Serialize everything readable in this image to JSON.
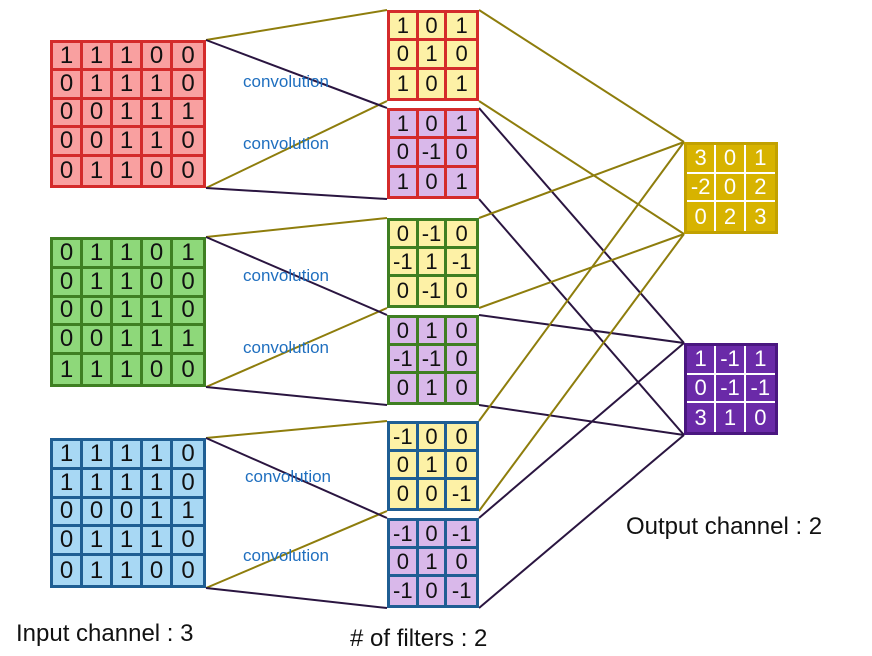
{
  "colors": {
    "red": {
      "fill": "#f9a0a0",
      "border": "#d42b2b",
      "text": "#111111"
    },
    "green": {
      "fill": "#8ed87a",
      "border": "#3f7f22",
      "text": "#111111"
    },
    "blue": {
      "fill": "#a8d8f4",
      "border": "#1f5e93",
      "text": "#111111"
    },
    "filter_yellow": {
      "fill": "#fdf1a6",
      "text": "#111111"
    },
    "filter_purple": {
      "fill": "#d9b8ea",
      "text": "#111111"
    },
    "out_gold": {
      "fill": "#d7b300",
      "border": "#c2a100",
      "text": "#ffffff"
    },
    "out_purple": {
      "fill": "#6a2aa8",
      "border": "#4a1780",
      "text": "#ffffff"
    },
    "line_olive": "#8e7d0c",
    "line_dark": "#2a1540",
    "conv_text": "#1f6fbf"
  },
  "inputs": [
    {
      "name": "red",
      "rows": [
        [
          "1",
          "1",
          "1",
          "0",
          "0"
        ],
        [
          "0",
          "1",
          "1",
          "1",
          "0"
        ],
        [
          "0",
          "0",
          "1",
          "1",
          "1"
        ],
        [
          "0",
          "0",
          "1",
          "1",
          "0"
        ],
        [
          "0",
          "1",
          "1",
          "0",
          "0"
        ]
      ]
    },
    {
      "name": "green",
      "rows": [
        [
          "0",
          "1",
          "1",
          "0",
          "1"
        ],
        [
          "0",
          "1",
          "1",
          "0",
          "0"
        ],
        [
          "0",
          "0",
          "1",
          "1",
          "0"
        ],
        [
          "0",
          "0",
          "1",
          "1",
          "1"
        ],
        [
          "1",
          "1",
          "1",
          "0",
          "0"
        ]
      ]
    },
    {
      "name": "blue",
      "rows": [
        [
          "1",
          "1",
          "1",
          "1",
          "0"
        ],
        [
          "1",
          "1",
          "1",
          "1",
          "0"
        ],
        [
          "0",
          "0",
          "0",
          "1",
          "1"
        ],
        [
          "0",
          "1",
          "1",
          "1",
          "0"
        ],
        [
          "0",
          "1",
          "1",
          "0",
          "0"
        ]
      ]
    }
  ],
  "filters": [
    {
      "fill": "yellow",
      "border": "red",
      "rows": [
        [
          "1",
          "0",
          "1"
        ],
        [
          "0",
          "1",
          "0"
        ],
        [
          "1",
          "0",
          "1"
        ]
      ]
    },
    {
      "fill": "purple",
      "border": "red",
      "rows": [
        [
          "1",
          "0",
          "1"
        ],
        [
          "0",
          "-1",
          "0"
        ],
        [
          "1",
          "0",
          "1"
        ]
      ]
    },
    {
      "fill": "yellow",
      "border": "green",
      "rows": [
        [
          "0",
          "-1",
          "0"
        ],
        [
          "-1",
          "1",
          "-1"
        ],
        [
          "0",
          "-1",
          "0"
        ]
      ]
    },
    {
      "fill": "purple",
      "border": "green",
      "rows": [
        [
          "0",
          "1",
          "0"
        ],
        [
          "-1",
          "-1",
          "0"
        ],
        [
          "0",
          "1",
          "0"
        ]
      ]
    },
    {
      "fill": "yellow",
      "border": "blue",
      "rows": [
        [
          "-1",
          "0",
          "0"
        ],
        [
          "0",
          "1",
          "0"
        ],
        [
          "0",
          "0",
          "-1"
        ]
      ]
    },
    {
      "fill": "purple",
      "border": "blue",
      "rows": [
        [
          "-1",
          "0",
          "-1"
        ],
        [
          "0",
          "1",
          "0"
        ],
        [
          "-1",
          "0",
          "-1"
        ]
      ]
    }
  ],
  "outputs": [
    {
      "name": "gold",
      "rows": [
        [
          "3",
          "0",
          "1"
        ],
        [
          "-2",
          "0",
          "2"
        ],
        [
          "0",
          "2",
          "3"
        ]
      ]
    },
    {
      "name": "purple",
      "rows": [
        [
          "1",
          "-1",
          "1"
        ],
        [
          "0",
          "-1",
          "-1"
        ],
        [
          "3",
          "1",
          "0"
        ]
      ]
    }
  ],
  "conv_labels": [
    "convolution",
    "convolution",
    "convolution",
    "convolution",
    "convolution",
    "convolution"
  ],
  "captions": {
    "input": "Input channel : 3",
    "filters": "# of filters : 2",
    "output": "Output channel : 2"
  }
}
